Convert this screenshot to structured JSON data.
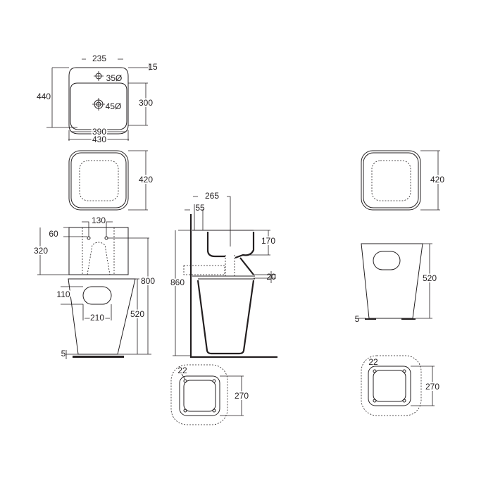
{
  "top_view": {
    "d235": "235",
    "d15": "15",
    "d440": "440",
    "d300": "300",
    "d390": "390",
    "d430": "430",
    "tap_hole": "35Ø",
    "drain_hole": "45Ø"
  },
  "bottom_view_left": {
    "d420": "420"
  },
  "front_view": {
    "d130": "130",
    "d60": "60",
    "d320": "320",
    "d800": "800",
    "d110": "110",
    "d210": "210",
    "d520": "520",
    "d5": "5"
  },
  "side_view": {
    "d265": "265",
    "d55": "55",
    "d170": "170",
    "d20": "20",
    "d860": "860"
  },
  "base_plan_center": {
    "d22": "22",
    "d270": "270"
  },
  "right_column": {
    "d420": "420",
    "d520": "520",
    "d5": "5",
    "d22": "22",
    "d270": "270"
  }
}
